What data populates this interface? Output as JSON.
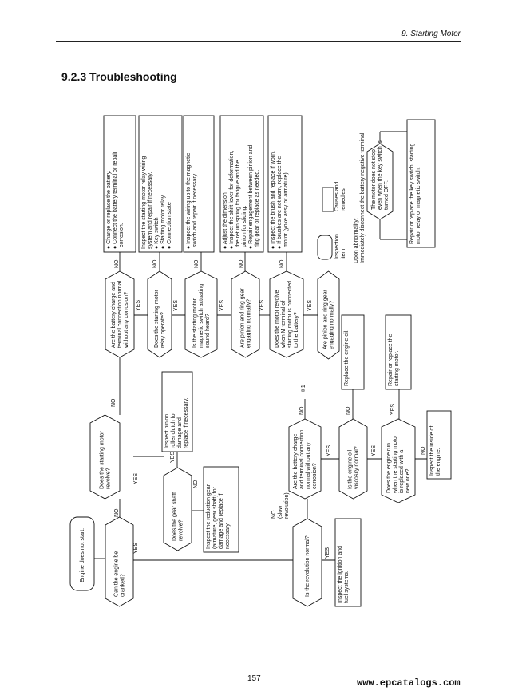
{
  "header": {
    "section": "9. Starting Motor"
  },
  "title": "9.2.3 Troubleshooting",
  "page_number": "157",
  "watermark": "www.epcatalogs.com",
  "flow": {
    "start": [
      "Engine does not start."
    ],
    "q_cranked": [
      "Can the engine be",
      "cranked?"
    ],
    "q_revolve": [
      "Does the starting motor",
      "revolve?"
    ],
    "q_gear_shaft": [
      "Does the gear shaft",
      "revolve?"
    ],
    "a_pinion_clutch": [
      "Inspect pinion",
      "roller clutch for",
      "damage and",
      "replace if necessary."
    ],
    "a_reduction_gear": [
      "Inspect the reduction gear",
      "(armature, gear shaft) for",
      "damage and replace if",
      "necessary."
    ],
    "q_revolution": [
      "Is the revolution normal?"
    ],
    "a_ignition": [
      "Inspect the ignition and",
      "fuel systems."
    ],
    "no_slow": [
      "NO",
      "(slow",
      "revolution)"
    ],
    "q_battery2": [
      "Are the battery charge",
      "and terminal connection",
      "normal without any",
      "corrosion?"
    ],
    "mark1": "※1",
    "q_oil": [
      "Is the engine oil",
      "viscosity normal?"
    ],
    "a_oil": [
      "Replace the engine oil."
    ],
    "q_replace_motor": [
      "Does the engine run",
      "when the starting motor",
      "is replaced with a",
      "new one?"
    ],
    "a_repair_motor": [
      "Repair or replace the",
      "starting motor."
    ],
    "a_inside_engine": [
      "Inspect the inside of",
      "the engine."
    ],
    "q_battery1": [
      "Are the battery charge and",
      "terminal connection normal",
      "without any corrosion?"
    ],
    "a_battery1": [
      "● Charge or replace the battery.",
      "● Connect the battery terminal or repair",
      "   corrosion."
    ],
    "q_relay": [
      "Does the starting motor",
      "relay operate?"
    ],
    "a_relay": [
      "Inspect the starting motor relay wiring",
      "system and repair if necessary.",
      "● Key switch",
      "● Starting motor relay",
      "● Connection state"
    ],
    "q_magnetic": [
      "Is the starting motor",
      "magnetic switch actuating",
      "sound heard?"
    ],
    "a_magnetic": [
      "● Inspect the wiring up to the magnetic",
      "   switch and repair if necessary."
    ],
    "q_pinion": [
      "Are pinion and ring gear",
      "engaging normally?"
    ],
    "a_pinion": [
      "● Adjust the dimension.",
      "● Inspect the shift lever for deformation,",
      "   the return spring for fatigue and the",
      "   pinion for sliding.",
      "● Repair engagement between pinion and",
      "   ring gear or replace as needed."
    ],
    "q_m_terminal": [
      "Does the motor revolve",
      "when M terminal of",
      "starting motor is connected",
      "to the battery?"
    ],
    "a_brush": [
      "● Inspect the brush and replace if worn.",
      "● If brushes are not worn, replace the",
      "   motor (yoke assy or armature)."
    ],
    "q_pinion2": [
      "Are pinion and ring gear",
      "engaging normally?"
    ],
    "legend_inspection": [
      "Inspection",
      "item"
    ],
    "legend_causes": [
      "Causes and",
      "remedies"
    ],
    "note": [
      "Upon abnormality:",
      "Immediately disconnect the battery negative terminal."
    ],
    "q_key_off": [
      "The motor does not stop",
      "even when the key switch is",
      "turned OFF."
    ],
    "a_key_switch": [
      "Repair or replace the key switch, starting",
      "motor relay or magnetic switch."
    ],
    "labels": {
      "yes": "YES",
      "no": "NO"
    }
  }
}
